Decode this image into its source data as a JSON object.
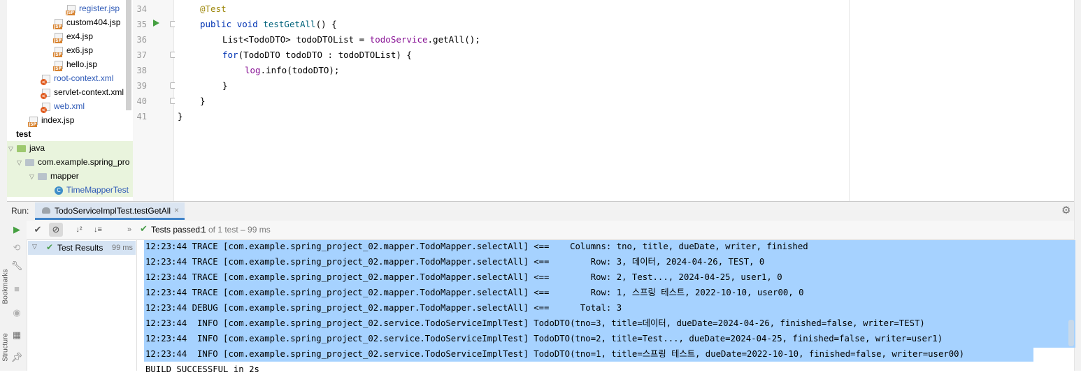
{
  "project_tree": [
    {
      "label": "register.jsp",
      "type": "jsp",
      "blue": true
    },
    {
      "label": "custom404.jsp",
      "type": "jsp",
      "blue": false
    },
    {
      "label": "ex4.jsp",
      "type": "jsp",
      "blue": false
    },
    {
      "label": "ex6.jsp",
      "type": "jsp",
      "blue": false
    },
    {
      "label": "hello.jsp",
      "type": "jsp",
      "blue": false
    },
    {
      "label": "root-context.xml",
      "type": "xml",
      "blue": true
    },
    {
      "label": "servlet-context.xml",
      "type": "xml",
      "blue": false
    },
    {
      "label": "web.xml",
      "type": "xml",
      "blue": true
    },
    {
      "label": "index.jsp",
      "type": "jsp",
      "blue": false
    },
    {
      "label": "test",
      "type": "bold",
      "blue": false
    },
    {
      "label": "java",
      "type": "folder",
      "blue": false
    },
    {
      "label": "com.example.spring_pro",
      "type": "pkg",
      "blue": false
    },
    {
      "label": "mapper",
      "type": "pkg",
      "blue": false
    },
    {
      "label": "TimeMapperTest",
      "type": "class",
      "blue": true
    }
  ],
  "editor": {
    "line_numbers": [
      "34",
      "35",
      "36",
      "37",
      "38",
      "39",
      "40",
      "41"
    ],
    "lines": [
      {
        "annotation": "@Test"
      },
      {
        "kw1": "public",
        "kw2": "void",
        "method": "testGetAll",
        "rest": "() {"
      },
      {
        "pre": "List<TodoDTO> todoDTOList = ",
        "field": "todoService",
        "post": ".getAll();"
      },
      {
        "kw": "for",
        "rest": "(TodoDTO todoDTO : todoDTOList) {"
      },
      {
        "field": "log",
        "post": ".info(todoDTO);"
      },
      {
        "text": "}"
      },
      {
        "text": "}"
      },
      {
        "text": "}"
      }
    ]
  },
  "run_panel": {
    "run_label": "Run:",
    "tab_title": "TodoServiceImplTest.testGetAll",
    "tab_close": "×",
    "tests_passed": "Tests passed:",
    "tests_detail_count": "1",
    "tests_detail_rest": "of 1 test – 99 ms",
    "results_label": "Test Results",
    "results_time": "99 ms",
    "side_tabs": [
      "Bookmarks",
      "Structure"
    ]
  },
  "console": {
    "lines": [
      "12:23:44 TRACE [com.example.spring_project_02.mapper.TodoMapper.selectAll] <==    Columns: tno, title, dueDate, writer, finished",
      "12:23:44 TRACE [com.example.spring_project_02.mapper.TodoMapper.selectAll] <==        Row: 3, 데이터, 2024-04-26, TEST, 0",
      "12:23:44 TRACE [com.example.spring_project_02.mapper.TodoMapper.selectAll] <==        Row: 2, Test..., 2024-04-25, user1, 0",
      "12:23:44 TRACE [com.example.spring_project_02.mapper.TodoMapper.selectAll] <==        Row: 1, 스프링 테스트, 2022-10-10, user00, 0",
      "12:23:44 DEBUG [com.example.spring_project_02.mapper.TodoMapper.selectAll] <==      Total: 3",
      "12:23:44  INFO [com.example.spring_project_02.service.TodoServiceImplTest] TodoDTO(tno=3, title=데이터, dueDate=2024-04-26, finished=false, writer=TEST)",
      "12:23:44  INFO [com.example.spring_project_02.service.TodoServiceImplTest] TodoDTO(tno=2, title=Test..., dueDate=2024-04-25, finished=false, writer=user1)",
      "12:23:44  INFO [com.example.spring_project_02.service.TodoServiceImplTest] TodoDTO(tno=1, title=스프링 테스트, dueDate=2022-10-10, finished=false, writer=user00)",
      "BUILD SUCCESSFUL in 2s"
    ]
  },
  "colors": {
    "selection": "#a6d2ff",
    "pass_green": "#4a9d4a",
    "keyword": "#0033b3",
    "annotation": "#9e880d"
  }
}
